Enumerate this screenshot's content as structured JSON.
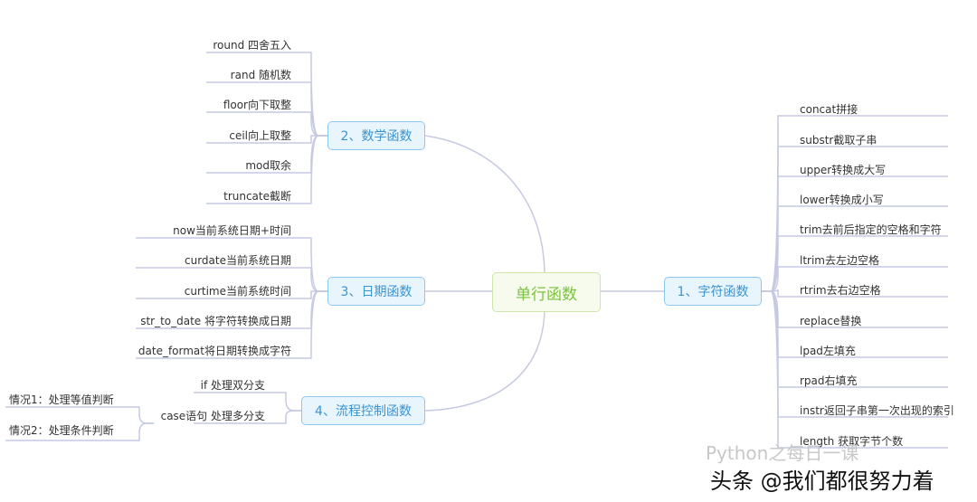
{
  "center": "单行函数",
  "branches": {
    "string": {
      "label": "1、字符函数",
      "items": [
        "concat拼接",
        "substr截取子串",
        "upper转换成大写",
        "lower转换成小写",
        "trim去前后指定的空格和字符",
        "ltrim去左边空格",
        "rtrim去右边空格",
        "replace替换",
        "lpad左填充",
        "rpad右填充",
        "instr返回子串第一次出现的索引",
        "length 获取字节个数"
      ]
    },
    "math": {
      "label": "2、数学函数",
      "items": [
        "round 四舍五入",
        "rand 随机数",
        "floor向下取整",
        "ceil向上取整",
        "mod取余",
        "truncate截断"
      ]
    },
    "date": {
      "label": "3、日期函数",
      "items": [
        "now当前系统日期+时间",
        "curdate当前系统日期",
        "curtime当前系统时间",
        "str_to_date 将字符转换成日期",
        "date_format将日期转换成字符"
      ]
    },
    "flow": {
      "label": "4、流程控制函数",
      "items": [
        "if 处理双分支",
        "case语句 处理多分支"
      ],
      "case_items": [
        "情况1：处理等值判断",
        "情况2：处理条件判断"
      ]
    }
  },
  "watermark": {
    "line1": "Python之每日一课",
    "line2": "头条 @我们都很努力着"
  },
  "colors": {
    "branch_border": "#8cc8ee",
    "center_text": "#7cc23e",
    "edge": "#c5c9e3"
  }
}
